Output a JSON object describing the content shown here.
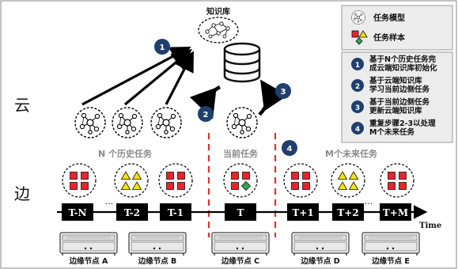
{
  "cloud_label": "云",
  "edge_label": "边",
  "knowledge_base_label": "知识库",
  "history_tasks_label": "N 个历史任务",
  "current_task_label": "当前任务",
  "future_tasks_label": "M个未来任务",
  "time_label": "Time",
  "ellipsis": "...",
  "step_numbers": [
    "1",
    "2",
    "3",
    "4"
  ],
  "timeline_blocks": [
    "T-N",
    "T-2",
    "T-1",
    "T",
    "T+1",
    "T+2",
    "T+M"
  ],
  "edge_nodes": [
    "边缘节点 A",
    "边缘节点 B",
    "边缘节点 C",
    "边缘节点 D",
    "边缘节点 E"
  ],
  "legend": {
    "task_model": "任务模型",
    "task_sample": "任务样本",
    "steps": [
      {
        "num": "1",
        "lines": [
          "基于N个历史任务完",
          "成云端知识库初始化"
        ]
      },
      {
        "num": "2",
        "lines": [
          "基于云端知识库",
          "学习当前边侧任务"
        ]
      },
      {
        "num": "3",
        "lines": [
          "基于当前边侧任务",
          "更新云端知识库"
        ]
      },
      {
        "num": "4",
        "lines": [
          "重复步骤2-3以处理",
          "M个未来任务"
        ]
      }
    ]
  },
  "colors": {
    "red_sample": "#e8242b",
    "yellow_sample": "#f4e40c",
    "green_sample": "#2fa84f",
    "step_badge": "#1f3f6e",
    "divider": "#e23030",
    "legend_bg": "#ececec"
  }
}
